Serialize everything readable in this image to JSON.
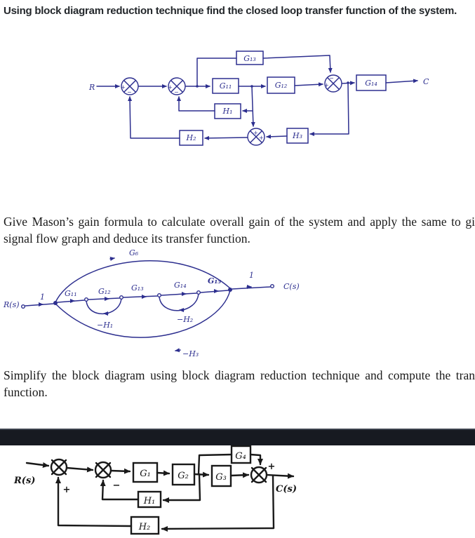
{
  "glyphs": {
    "plus": "+",
    "minus": "−"
  },
  "questions": {
    "q1": "Using block diagram reduction technique find the closed loop transfer function of the system.",
    "q2_line1": "Give Mason’s gain formula to calculate overall gain of the system and apply the same to gi",
    "q2_line2": "signal flow graph and deduce its transfer function.",
    "q3_line1": "Simplify the block diagram using block diagram reduction technique and compute the tran",
    "q3_line2": "function."
  },
  "diagram1": {
    "input": "R",
    "output": "C",
    "blocks": {
      "g13": "G₁₃",
      "g11": "G₁₁",
      "g12": "G₁₂",
      "g14": "G₁₄",
      "h1": "H₁",
      "h2": "H₂",
      "h3": "H₃"
    }
  },
  "sfg": {
    "input": "R(s)",
    "output": "C(s)",
    "gain_in": "1",
    "gain_out": "1",
    "g11": "G₁₁",
    "g12": "G₁₂",
    "g13": "G₁₃",
    "g14": "G₁₄",
    "g15": "G₁₅",
    "g6": "G₆",
    "h1": "−H₁",
    "h2": "−H₂",
    "h3": "−H₃"
  },
  "diagram3": {
    "input": "R(s)",
    "output": "C(s)",
    "blocks": {
      "g1": "G₁",
      "g2": "G₂",
      "g3": "G₃",
      "g4": "G₄",
      "h1": "H₁",
      "h2": "H₂"
    }
  }
}
